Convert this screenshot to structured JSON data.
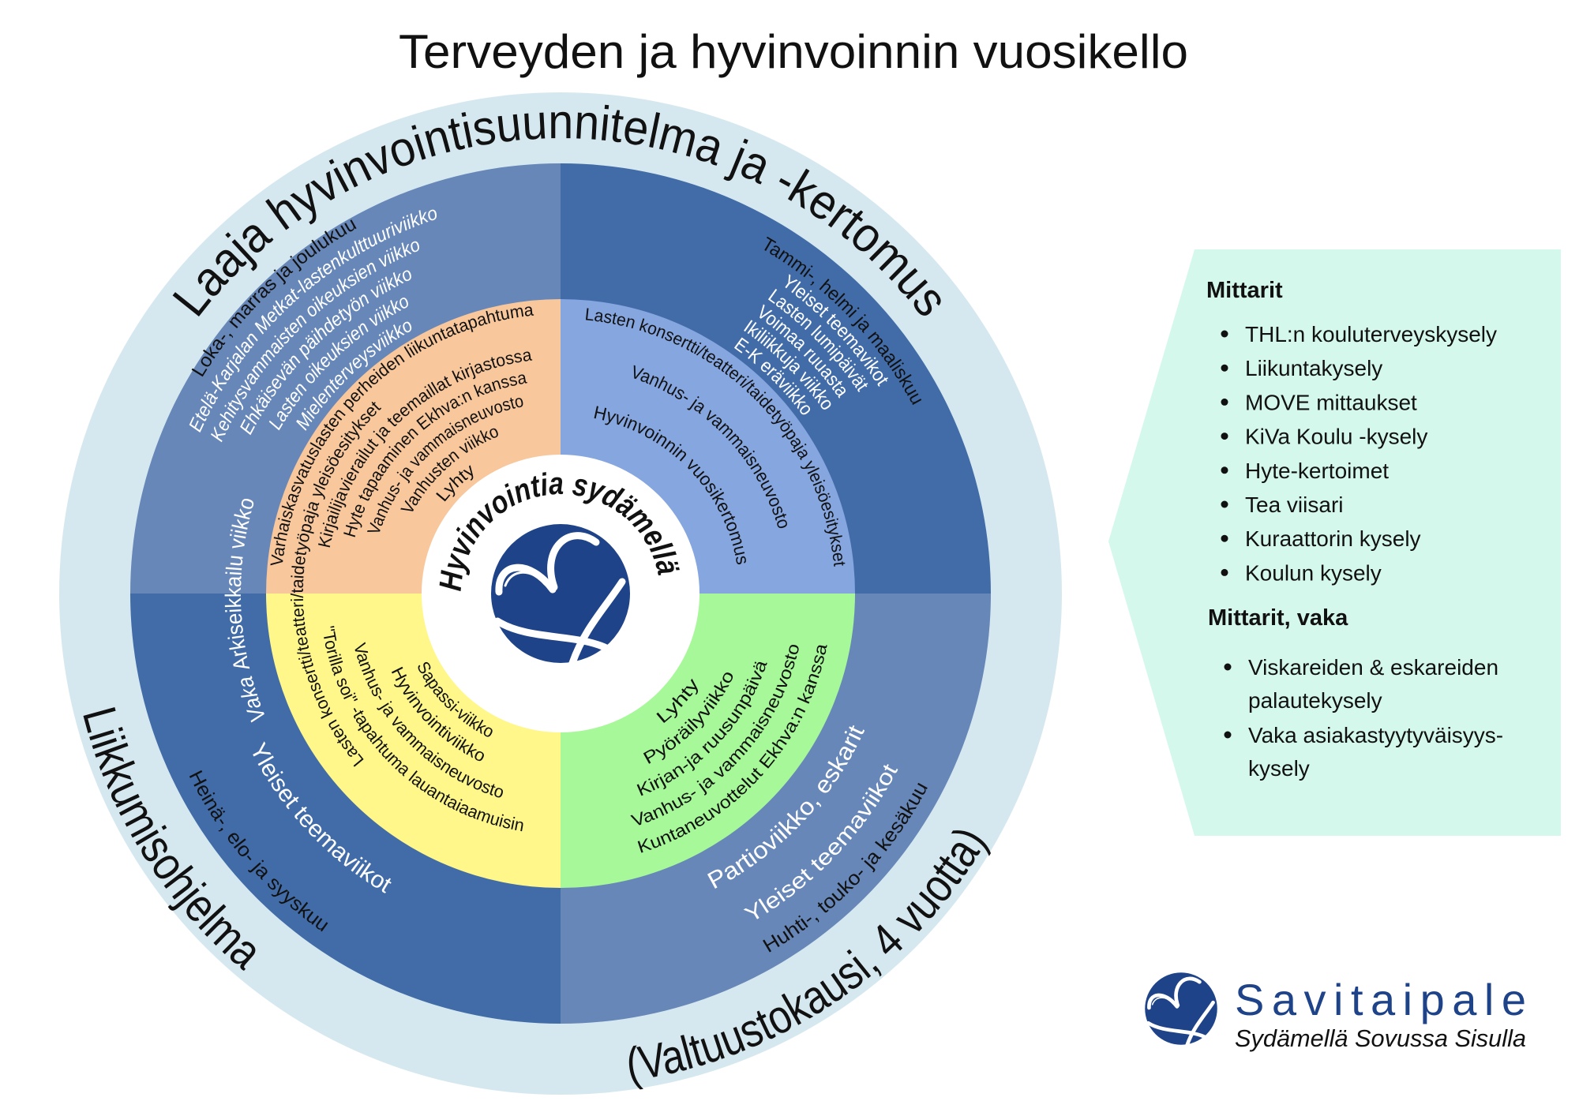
{
  "title": "Terveyden ja hyvinvoinnin vuosikello",
  "outer_ring": {
    "top": "Laaja hyvinvointisuunnitelma ja -kertomus",
    "left": "Liikkumisohjelma",
    "bottom_right": "(Valtuustokausi, 4 vuotta)"
  },
  "quadrants": {
    "top_left": {
      "months": "Loka-, marras ja joulukuu",
      "theme_weeks": [
        "Etelä-Karjalan Metkat-lastenkulttuuriviikko",
        "Kehitysvammaisten oikeuksien viikko",
        "Ehkäisevän päihdetyön viikko",
        "Lasten oikeuksien viikko",
        "Mielenterveysviikko"
      ],
      "vaka_prefix": "Vaka",
      "vaka_rest": "Arkiseikkailu viikko",
      "inner_items": [
        "Varhaiskasvatuslasten perheiden liikuntatapahtuma",
        "Lasten konsertti/teatteri/taidetyöpaja yleisöesitykset",
        "Kirjailijavierailut ja teemaillat kirjastossa",
        "Hyte tapaaminen Ekhva:n kanssa",
        "Vanhus- ja vammaisneuvosto",
        "Vanhusten viikko",
        "Lyhty"
      ]
    },
    "top_right": {
      "months": "Tammi-, helmi ja maaliskuu",
      "theme_weeks": [
        "Yleiset teemavikot",
        "Lasten lumipäivät",
        "Voimaa ruuasta",
        "Ikiliikkuja viikko",
        "E-K eräviikko"
      ],
      "inner_items": [
        "Lasten konsertti/teatteri/taidetyöpaja yleisöesitykset",
        "Vanhus- ja vammaisneuvosto",
        "Hyvinvoinnin vuosikertomus"
      ]
    },
    "bottom_left": {
      "months": "Heinä-, elo- ja syyskuu",
      "theme_weeks": [
        "Yleiset teemaviikot"
      ],
      "inner_items": [
        "\"Torilla soi\" -tapahtuma lauantaiaamuisin",
        "Vanhus- ja vammaisneuvosto",
        "Hyvinvointiviikko",
        "Sapassi-viikko"
      ]
    },
    "bottom_right": {
      "months": "Huhti-, touko- ja kesäkuu",
      "theme_weeks": [
        "Partioviikko, eskarit",
        "Yleiset teemaviikot"
      ],
      "inner_items": [
        "Lyhty",
        "Pyöräilyviikko",
        "Kirjan-ja ruusunpäivä",
        "Vanhus- ja vammaisneuvosto",
        "Kuntaneuvottelut Ekhva:n kanssa"
      ]
    }
  },
  "center": {
    "text": "Hyvinvointia sydämellä",
    "icon": "heart-logo-icon"
  },
  "panel": {
    "heading1": "Mittarit",
    "items1": [
      "THL:n kouluterveyskysely",
      "Liikuntakysely",
      "MOVE mittaukset",
      "KiVa Koulu -kysely",
      "Hyte-kertoimet",
      "Tea viisari",
      "Kuraattorin kysely",
      "Koulun kysely"
    ],
    "heading2": "Mittarit, vaka",
    "items2": [
      {
        "line1": "Viskareiden & eskareiden",
        "line2": "palautekysely"
      },
      {
        "line1": "Vaka asiakastyytyväisyys-",
        "line2": "kysely"
      }
    ]
  },
  "logo": {
    "name": "Savitaipale",
    "slogan": "Sydämellä Sovussa Sisulla"
  },
  "colors": {
    "outer_ring": "#d6e8ef",
    "blue_light": "#6787b8",
    "blue_dark": "#426ca8",
    "orange": "#f8c79c",
    "light_blue": "#86a6e0",
    "yellow": "#fff78a",
    "green": "#a6f898",
    "panel": "#d5f8ec",
    "brand": "#1f4388"
  }
}
